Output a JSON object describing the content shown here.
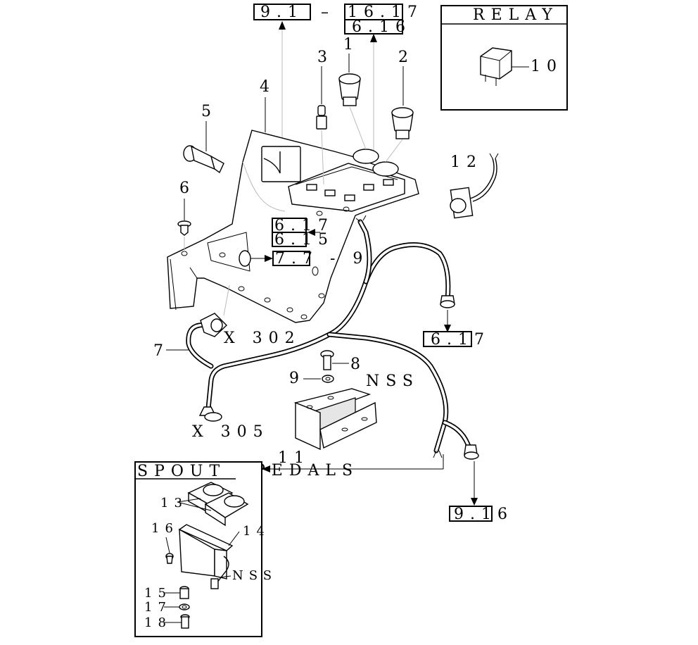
{
  "diagram": {
    "part_numbers": {
      "p1": "1",
      "p2": "2",
      "p3": "3",
      "p4": "4",
      "p5": "5",
      "p6": "6",
      "p7": "7",
      "p8": "8",
      "p9": "9",
      "p10": "10",
      "p11": "11",
      "p12": "12",
      "p13": "13",
      "p14": "14",
      "p15": "15",
      "p16": "16",
      "p17": "17",
      "p18": "18"
    },
    "references": {
      "top_left": "9.1",
      "top_dash": "–",
      "top_mid_a": "16.17",
      "top_mid_b": "6.16",
      "dash_a": "6.17",
      "dash_b": "6.15",
      "dash_c": "7.7 - 9",
      "right_mid": "6.17",
      "bottom_right": "9.16",
      "pedals": "PEDALS"
    },
    "connectors": {
      "x302": "X 302",
      "x305": "X 305"
    },
    "notes": {
      "nss_main": "NSS",
      "nss_spout": "NSS"
    },
    "insets": {
      "relay_title": "RELAY",
      "spout_title": "SPOUT"
    }
  }
}
